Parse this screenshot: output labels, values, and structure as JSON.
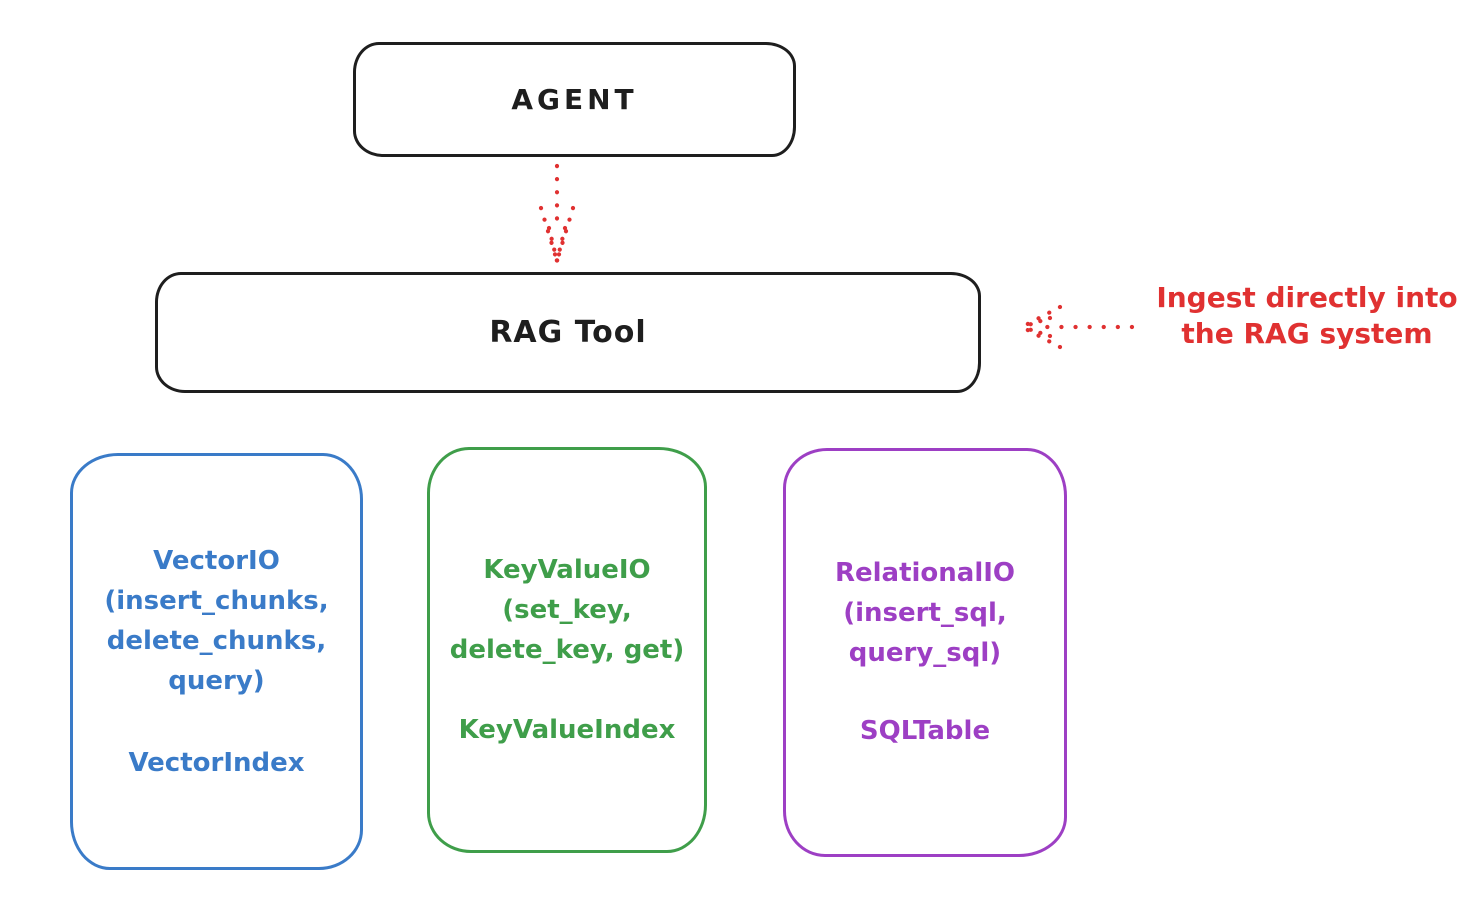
{
  "nodes": {
    "agent": {
      "label": "AGENT"
    },
    "rag_tool": {
      "label": "RAG Tool"
    }
  },
  "annotation": {
    "lines": [
      "Ingest directly into",
      "the RAG system"
    ],
    "color": "#e03131"
  },
  "providers": [
    {
      "name": "vector-io",
      "color": "#3a7bc8",
      "io_lines": [
        "VectorIO",
        "(insert_chunks,",
        "delete_chunks,",
        "query)"
      ],
      "index_label": "VectorIndex"
    },
    {
      "name": "keyvalue-io",
      "color": "#3f9e4a",
      "io_lines": [
        "KeyValueIO",
        "(set_key,",
        "delete_key, get)"
      ],
      "index_label": "KeyValueIndex"
    },
    {
      "name": "relational-io",
      "color": "#9d3fc4",
      "io_lines": [
        "RelationalIO",
        "(insert_sql,",
        "query_sql)"
      ],
      "index_label": "SQLTable"
    }
  ],
  "colors": {
    "stroke_black": "#1e1e1e",
    "arrow_red": "#e03131",
    "background": "#ffffff"
  }
}
